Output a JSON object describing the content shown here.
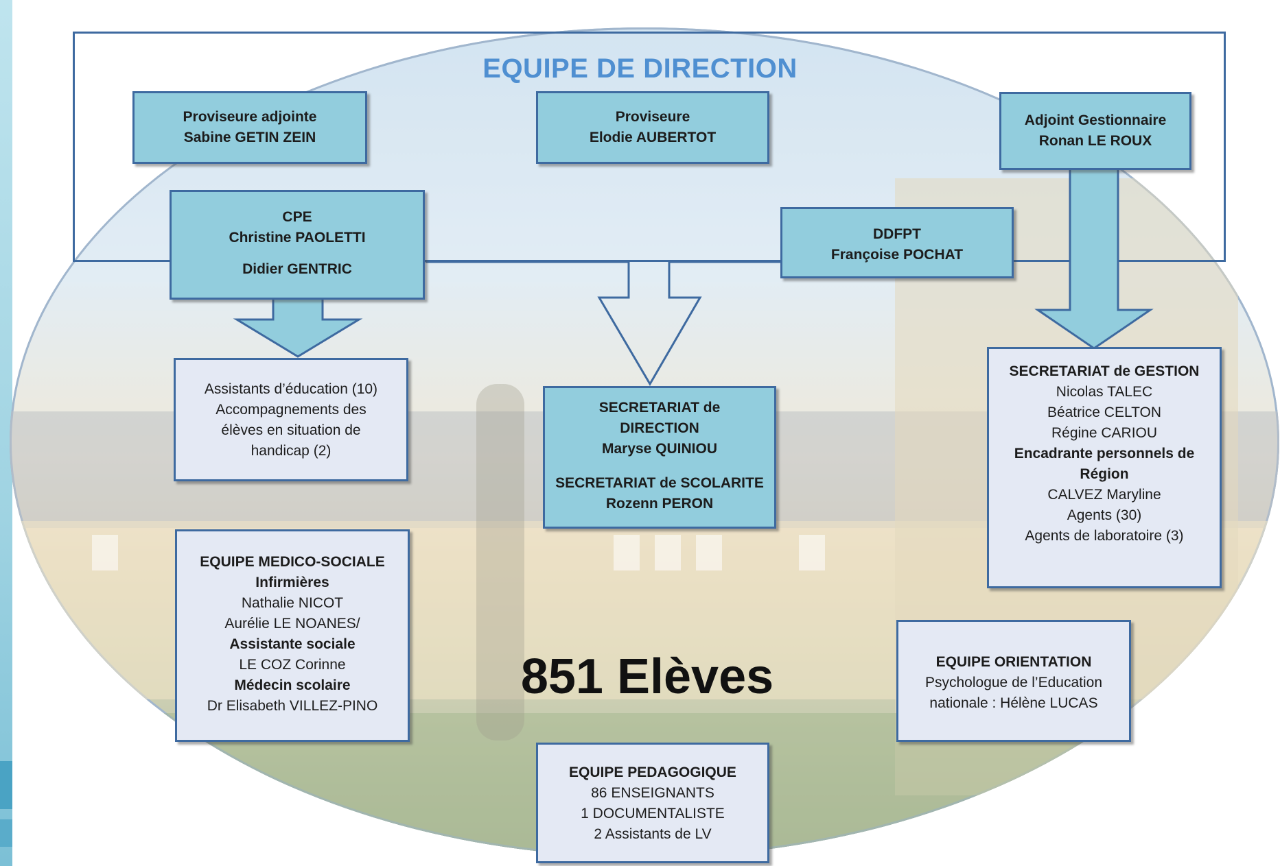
{
  "title": "EQUIPE DE DIRECTION",
  "colors": {
    "teal_box": "#92cddd",
    "pale_box": "#e4e9f4",
    "border": "#3e6aa0",
    "title": "#4f8fd1"
  },
  "proviseure_adjointe": {
    "role": "Proviseure adjointe",
    "name": "Sabine GETIN ZEIN"
  },
  "proviseure": {
    "role": "Proviseure",
    "name": "Elodie AUBERTOT"
  },
  "adjoint_gestionnaire": {
    "role": "Adjoint Gestionnaire",
    "name": "Ronan LE ROUX"
  },
  "cpe": {
    "role": "CPE",
    "name1": "Christine PAOLETTI",
    "name2": "Didier  GENTRIC"
  },
  "ddfpt": {
    "role": "DDFPT",
    "name": "Françoise POCHAT"
  },
  "assistants": {
    "line1": "Assistants d’éducation (10)",
    "line2": "Accompagnements des",
    "line3": "élèves en situation de",
    "line4": "handicap (2)"
  },
  "secretariat_direction": {
    "title1": "SECRETARIAT de",
    "title2": "DIRECTION",
    "name": "Maryse QUINIOU",
    "title3": "SECRETARIAT de SCOLARITE",
    "name2": "Rozenn PERON"
  },
  "secretariat_gestion": {
    "title": "SECRETARIAT de GESTION",
    "members": [
      "Nicolas TALEC",
      "Béatrice CELTON",
      "Régine CARIOU"
    ],
    "encadrante_title": "Encadrante  personnels de Région",
    "encadrante_name": "CALVEZ Maryline",
    "agents": "Agents (30)",
    "labo": "Agents de laboratoire  (3)"
  },
  "medico_sociale": {
    "title": "EQUIPE MEDICO-SOCIALE",
    "infirmieres_title": "Infirmières",
    "infirmiere1": "Nathalie NICOT",
    "infirmiere2": "Aurélie LE NOANES/",
    "assistante_title": "Assistante sociale",
    "assistante_name": "LE COZ Corinne",
    "medecin_title": "Médecin scolaire",
    "medecin_name": "Dr Elisabeth VILLEZ-PINO"
  },
  "orientation": {
    "title": "EQUIPE ORIENTATION",
    "line1": "Psychologue de l’Education",
    "line2": "nationale : Hélène LUCAS"
  },
  "pedagogique": {
    "title": "EQUIPE PEDAGOGIQUE",
    "line1": "86 ENSEIGNANTS",
    "line2": "1 DOCUMENTALISTE",
    "line3": "2 Assistants de LV"
  },
  "students": "851 Elèves"
}
